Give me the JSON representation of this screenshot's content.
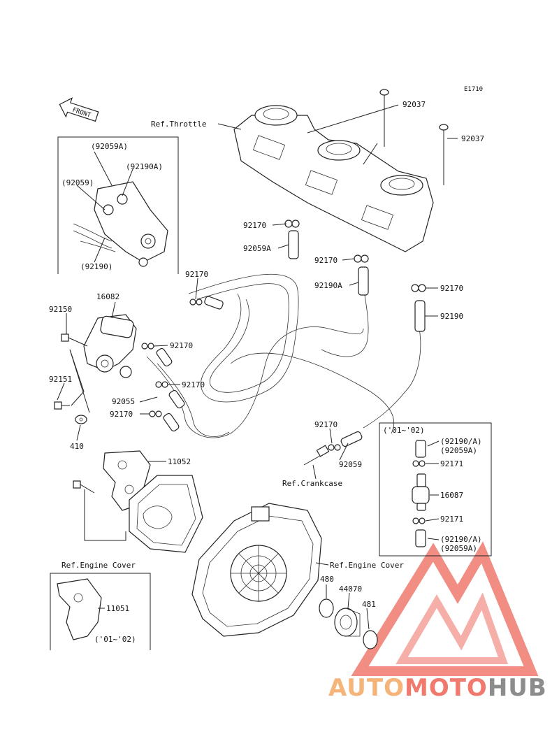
{
  "diagram_code": "E1710",
  "front_label": "FRONT",
  "labels": {
    "ref_throttle": "Ref.Throttle",
    "p92037_a": "92037",
    "p92037_b": "92037",
    "p92059A_top": "(92059A)",
    "p92190A_top": "(92190A)",
    "p92059_top": "(92059)",
    "p92190_top": "(92190)",
    "p92170_1": "92170",
    "p92059A": "92059A",
    "p92170_2": "92170",
    "p92190A": "92190A",
    "p92170_3": "92170",
    "p92190": "92190",
    "p92170_4": "92170",
    "p16082": "16082",
    "p92150": "92150",
    "p92170_5": "92170",
    "p92170_6": "92170",
    "p92151": "92151",
    "p92055": "92055",
    "p92170_7": "92170",
    "p410": "410",
    "p92170_8": "92170",
    "p92059": "92059",
    "ref_crankcase": "Ref.Crankcase",
    "p11052": "11052",
    "ref_engine_cover_left": "Ref.Engine Cover",
    "ref_engine_cover_right": "Ref.Engine Cover",
    "p11051": "11051",
    "years_inset_bottom": "('01~'02)",
    "years_inset_right": "('01~'02)",
    "inset_92190A_1": "(92190/A)",
    "inset_92059A_1": "(92059A)",
    "inset_92171_1": "92171",
    "inset_16087": "16087",
    "inset_92171_2": "92171",
    "inset_92190A_2": "(92190/A)",
    "inset_92059A_2": "(92059A)",
    "p480": "480",
    "p44070": "44070",
    "p481": "481"
  },
  "watermark": {
    "part1": "AUTO",
    "part2": "MOTO",
    "part3": "HUB"
  },
  "colors": {
    "watermark_orange": "#f5b47a",
    "watermark_red": "#f07a6e",
    "watermark_gray": "#8c8c8c"
  }
}
